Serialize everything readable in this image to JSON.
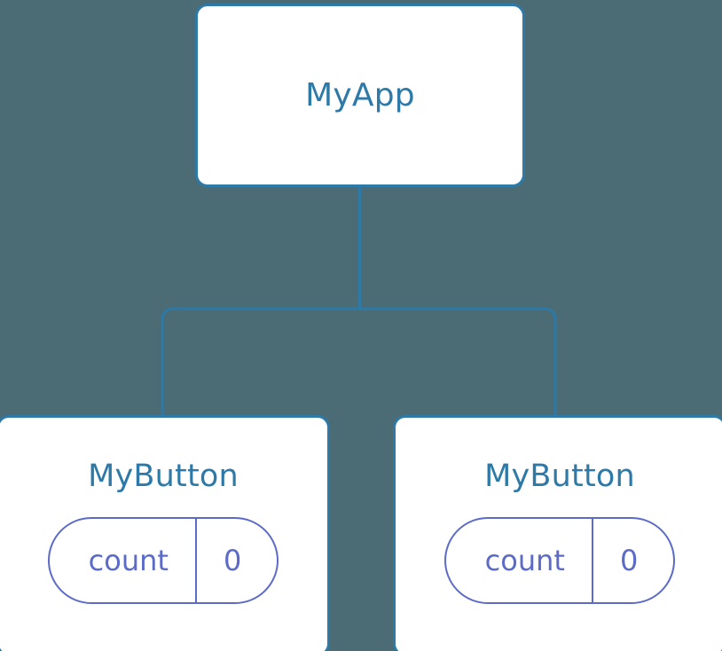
{
  "diagram": {
    "type": "component-tree",
    "background_color": "#4b6b75",
    "node_border_color": "#2d79a8",
    "node_text_color": "#2d79a8",
    "node_fill_color": "#ffffff",
    "state_accent_color": "#5c6bc8",
    "edge_color": "#2d79a8"
  },
  "root": {
    "label": "MyApp"
  },
  "children": [
    {
      "label": "MyButton",
      "state": {
        "key": "count",
        "value": "0"
      }
    },
    {
      "label": "MyButton",
      "state": {
        "key": "count",
        "value": "0"
      }
    }
  ]
}
